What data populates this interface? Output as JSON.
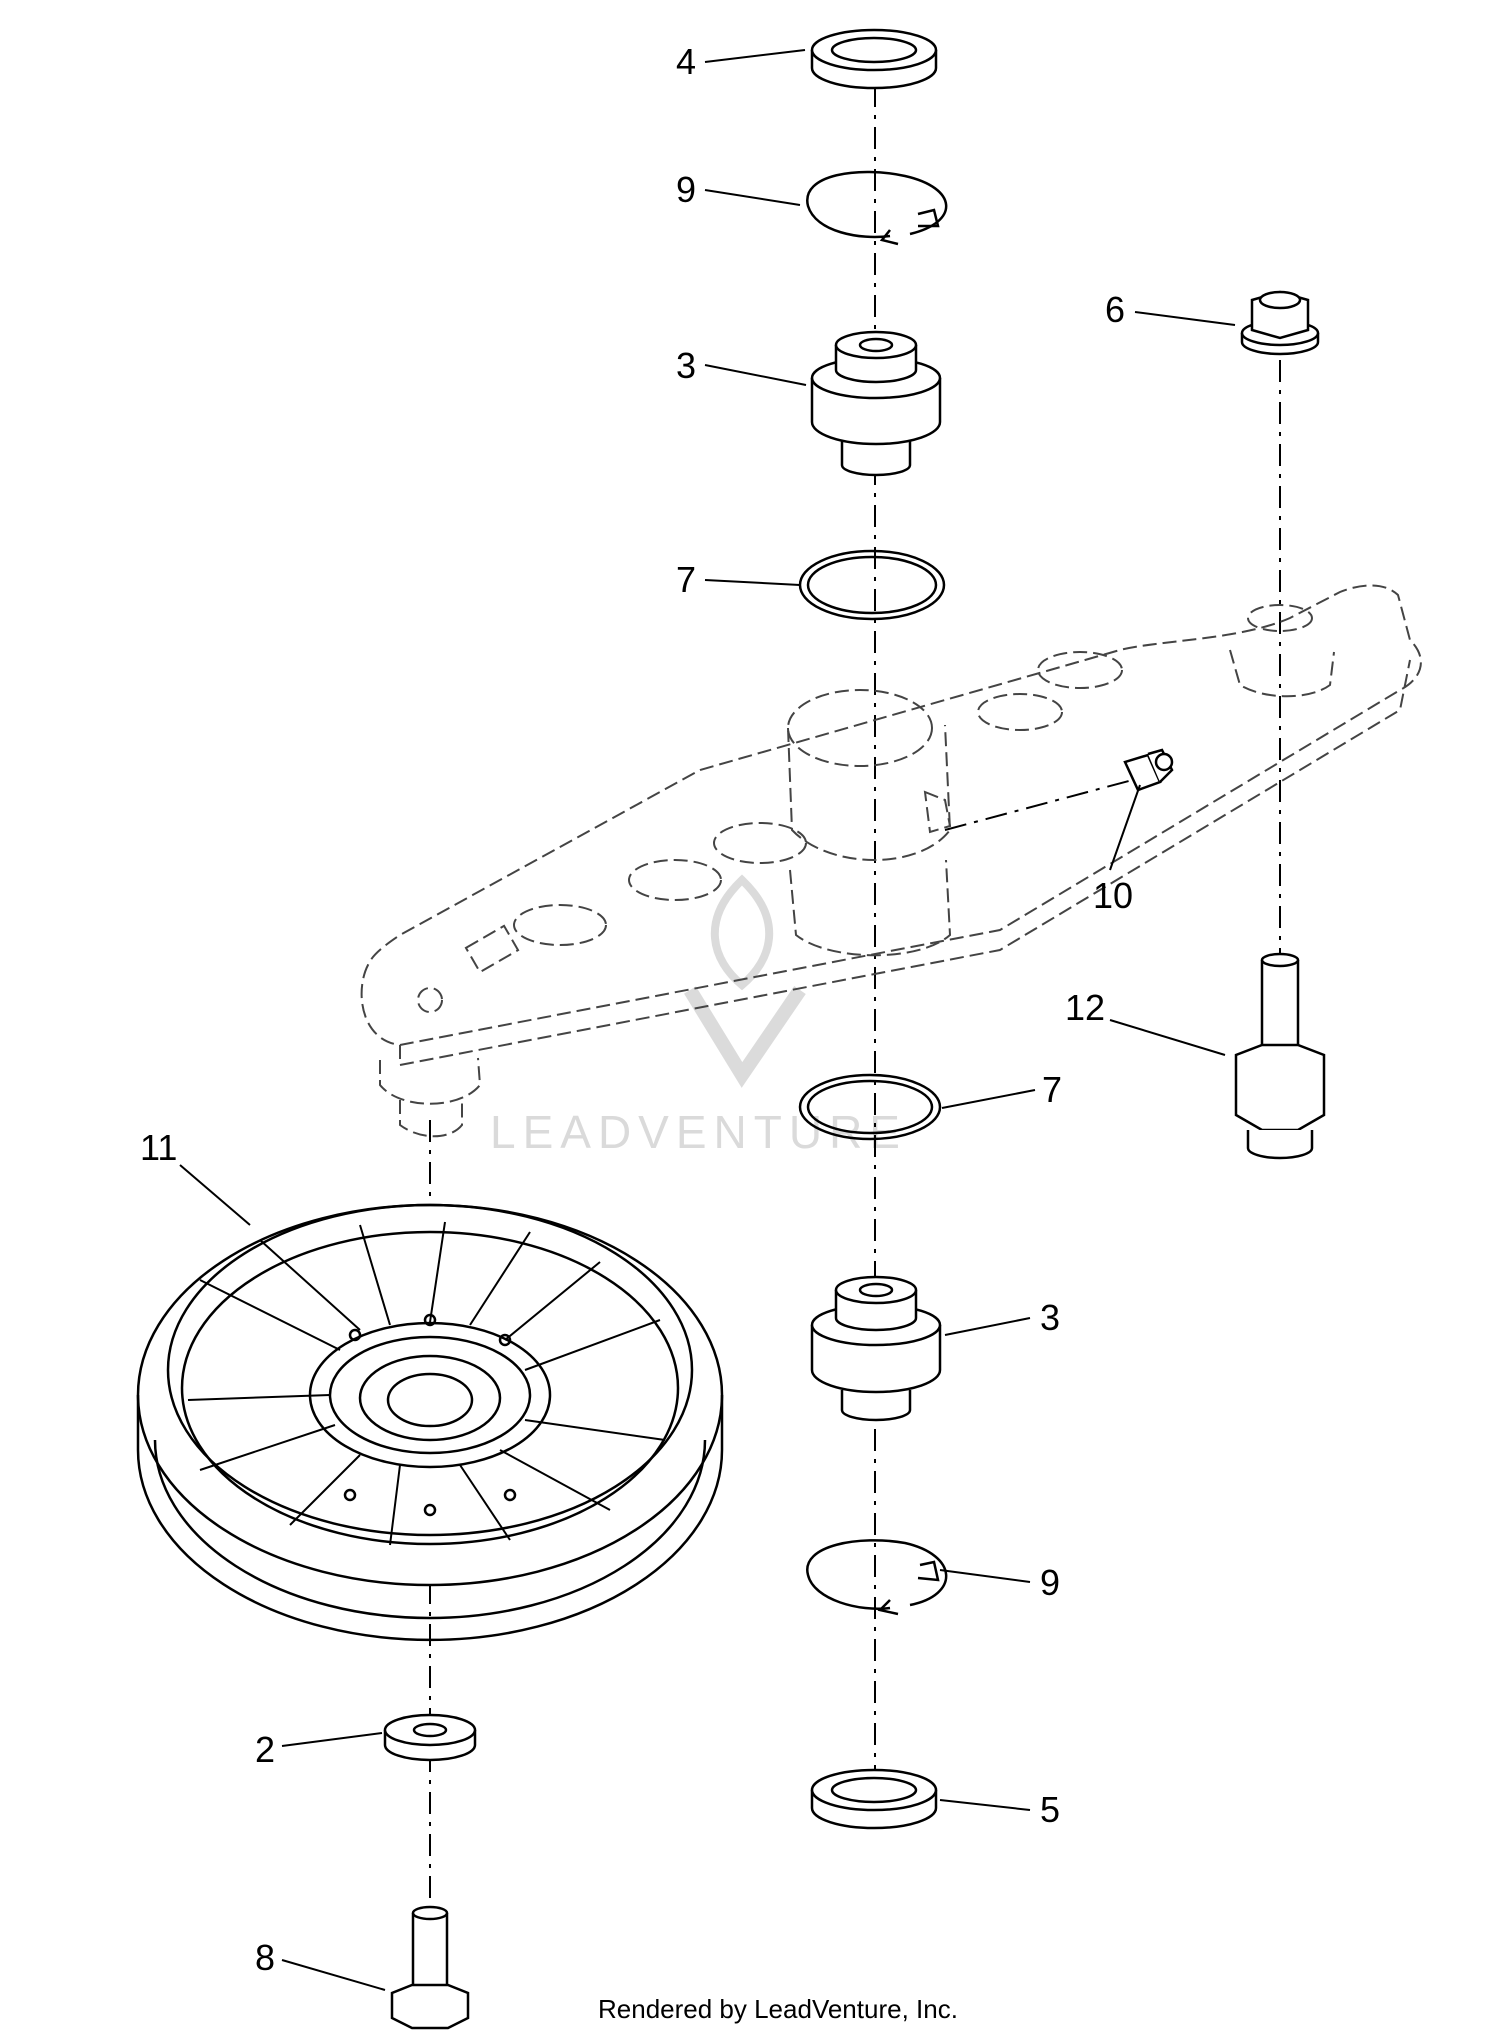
{
  "callouts": {
    "c4": "4",
    "c9_top": "9",
    "c3_top": "3",
    "c6": "6",
    "c7_top": "7",
    "c10": "10",
    "c12": "12",
    "c7_bottom": "7",
    "c11": "11",
    "c3_bottom": "3",
    "c9_bottom": "9",
    "c2": "2",
    "c5": "5",
    "c8": "8"
  },
  "watermark": "LEADVENTURE",
  "credit": "Rendered by LeadVenture, Inc.",
  "colors": {
    "line": "#000000",
    "arm": "#444444",
    "watermark": "#d6d6d6"
  }
}
